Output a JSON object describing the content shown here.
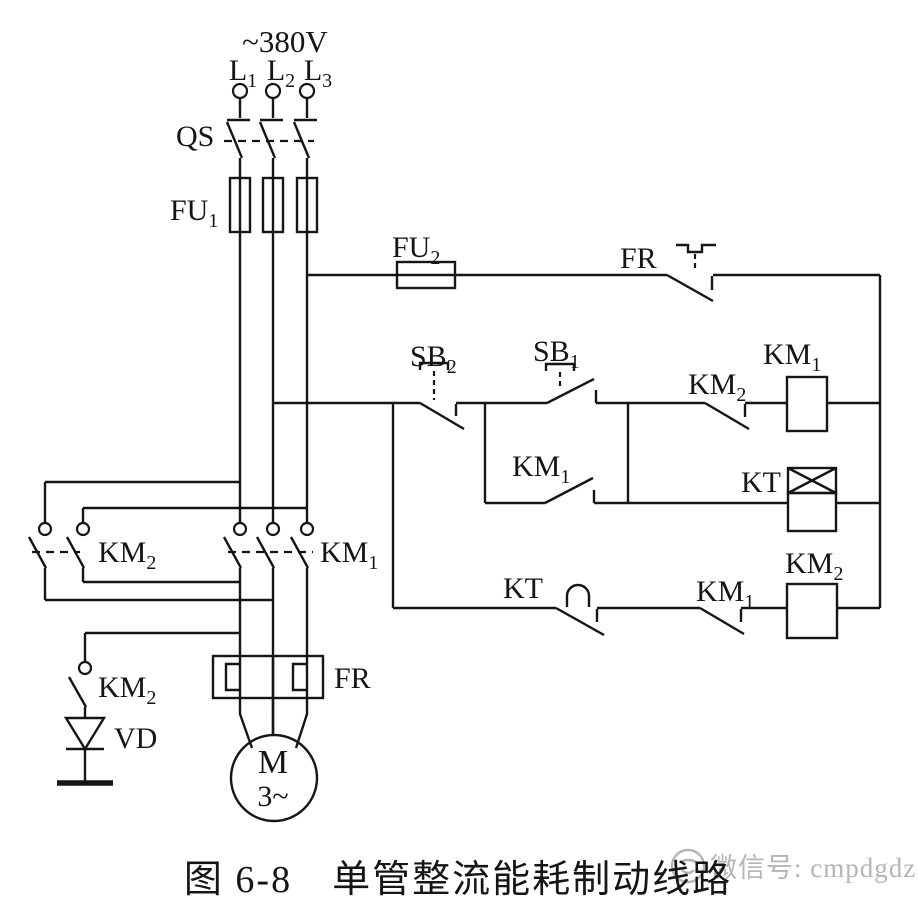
{
  "figure": {
    "caption": "图 6-8　单管整流能耗制动线路",
    "watermark": "微信号: cmpdgdz"
  },
  "labels": {
    "voltage": "~380V",
    "l1": {
      "base": "L",
      "sub": "1"
    },
    "l2": {
      "base": "L",
      "sub": "2"
    },
    "l3": {
      "base": "L",
      "sub": "3"
    },
    "qs": "QS",
    "fu1": {
      "base": "FU",
      "sub": "1"
    },
    "fu2": {
      "base": "FU",
      "sub": "2"
    },
    "fr_contact": "FR",
    "sb2": {
      "base": "SB",
      "sub": "2"
    },
    "sb1": {
      "base": "SB",
      "sub": "1"
    },
    "km2_nc_top_row": {
      "base": "KM",
      "sub": "2"
    },
    "km1_coil": {
      "base": "KM",
      "sub": "1"
    },
    "km1_holding_contact": {
      "base": "KM",
      "sub": "1"
    },
    "kt_coil": "KT",
    "kt_delay_contact": "KT",
    "km1_nc_bottom_row": {
      "base": "KM",
      "sub": "1"
    },
    "km2_coil": {
      "base": "KM",
      "sub": "2"
    },
    "km2_main_contacts": {
      "base": "KM",
      "sub": "2"
    },
    "km1_main_contacts": {
      "base": "KM",
      "sub": "1"
    },
    "km2_brake_contact": {
      "base": "KM",
      "sub": "2"
    },
    "vd_diode": "VD",
    "fr_heater": "FR",
    "motor": {
      "letter": "M",
      "phase": "3~"
    }
  }
}
